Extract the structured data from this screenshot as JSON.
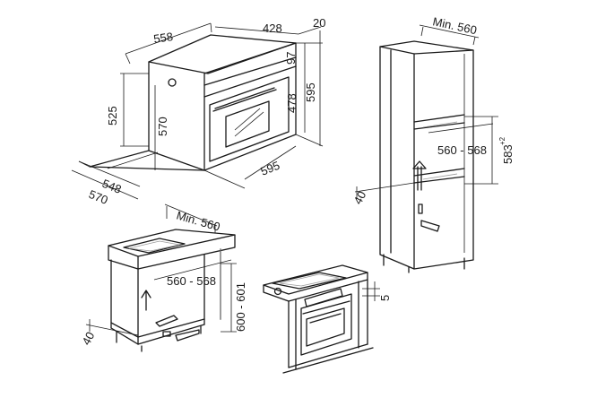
{
  "oven": {
    "width": "558",
    "depth": "428",
    "front_thickness": "20",
    "panel_height": "97",
    "body_height": "525",
    "inner_height": "570",
    "door_height": "478",
    "total_height": "595",
    "total_width": "595",
    "base_depth": "548",
    "total_depth": "570"
  },
  "column": {
    "min_width": "Min. 560",
    "niche_width": "560 - 568",
    "niche_height": "583",
    "niche_height_tol": "+2",
    "gap": "40"
  },
  "undercounter": {
    "min_width": "Min. 560",
    "niche_width": "560 - 568",
    "niche_height": "600 - 601",
    "gap": "40"
  },
  "hob": {
    "gap": "5"
  }
}
